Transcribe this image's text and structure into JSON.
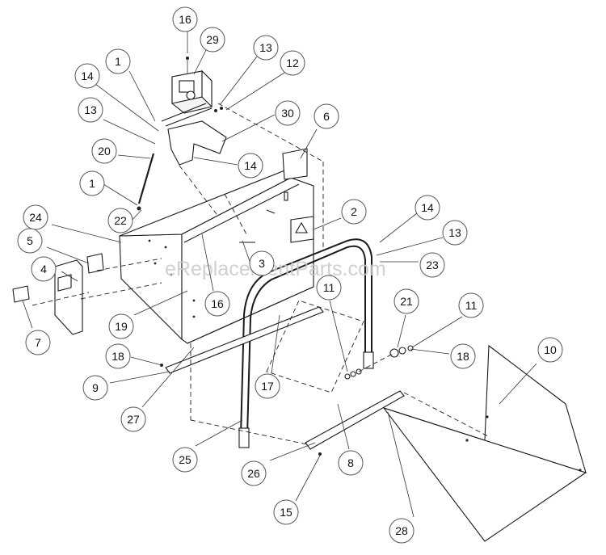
{
  "watermark": "eReplacementParts.com",
  "callouts": [
    {
      "id": "c1",
      "label": "16"
    },
    {
      "id": "c2",
      "label": "29"
    },
    {
      "id": "c3",
      "label": "13"
    },
    {
      "id": "c4",
      "label": "12"
    },
    {
      "id": "c5",
      "label": "1"
    },
    {
      "id": "c6",
      "label": "14"
    },
    {
      "id": "c7",
      "label": "13"
    },
    {
      "id": "c8",
      "label": "30"
    },
    {
      "id": "c9",
      "label": "6"
    },
    {
      "id": "c10",
      "label": "20"
    },
    {
      "id": "c11",
      "label": "14"
    },
    {
      "id": "c12",
      "label": "1"
    },
    {
      "id": "c13",
      "label": "22"
    },
    {
      "id": "c14",
      "label": "2"
    },
    {
      "id": "c15",
      "label": "24"
    },
    {
      "id": "c16",
      "label": "14"
    },
    {
      "id": "c17",
      "label": "13"
    },
    {
      "id": "c18",
      "label": "5"
    },
    {
      "id": "c19",
      "label": "3"
    },
    {
      "id": "c20",
      "label": "23"
    },
    {
      "id": "c21",
      "label": "4"
    },
    {
      "id": "c22",
      "label": "11"
    },
    {
      "id": "c23",
      "label": "16"
    },
    {
      "id": "c24",
      "label": "21"
    },
    {
      "id": "c25",
      "label": "11"
    },
    {
      "id": "c26",
      "label": "19"
    },
    {
      "id": "c27",
      "label": "7"
    },
    {
      "id": "c28",
      "label": "10"
    },
    {
      "id": "c29",
      "label": "18"
    },
    {
      "id": "c30",
      "label": "18"
    },
    {
      "id": "c31",
      "label": "17"
    },
    {
      "id": "c32",
      "label": "9"
    },
    {
      "id": "c33",
      "label": "27"
    },
    {
      "id": "c34",
      "label": "25"
    },
    {
      "id": "c35",
      "label": "26"
    },
    {
      "id": "c36",
      "label": "8"
    },
    {
      "id": "c37",
      "label": "15"
    },
    {
      "id": "c38",
      "label": "28"
    }
  ]
}
